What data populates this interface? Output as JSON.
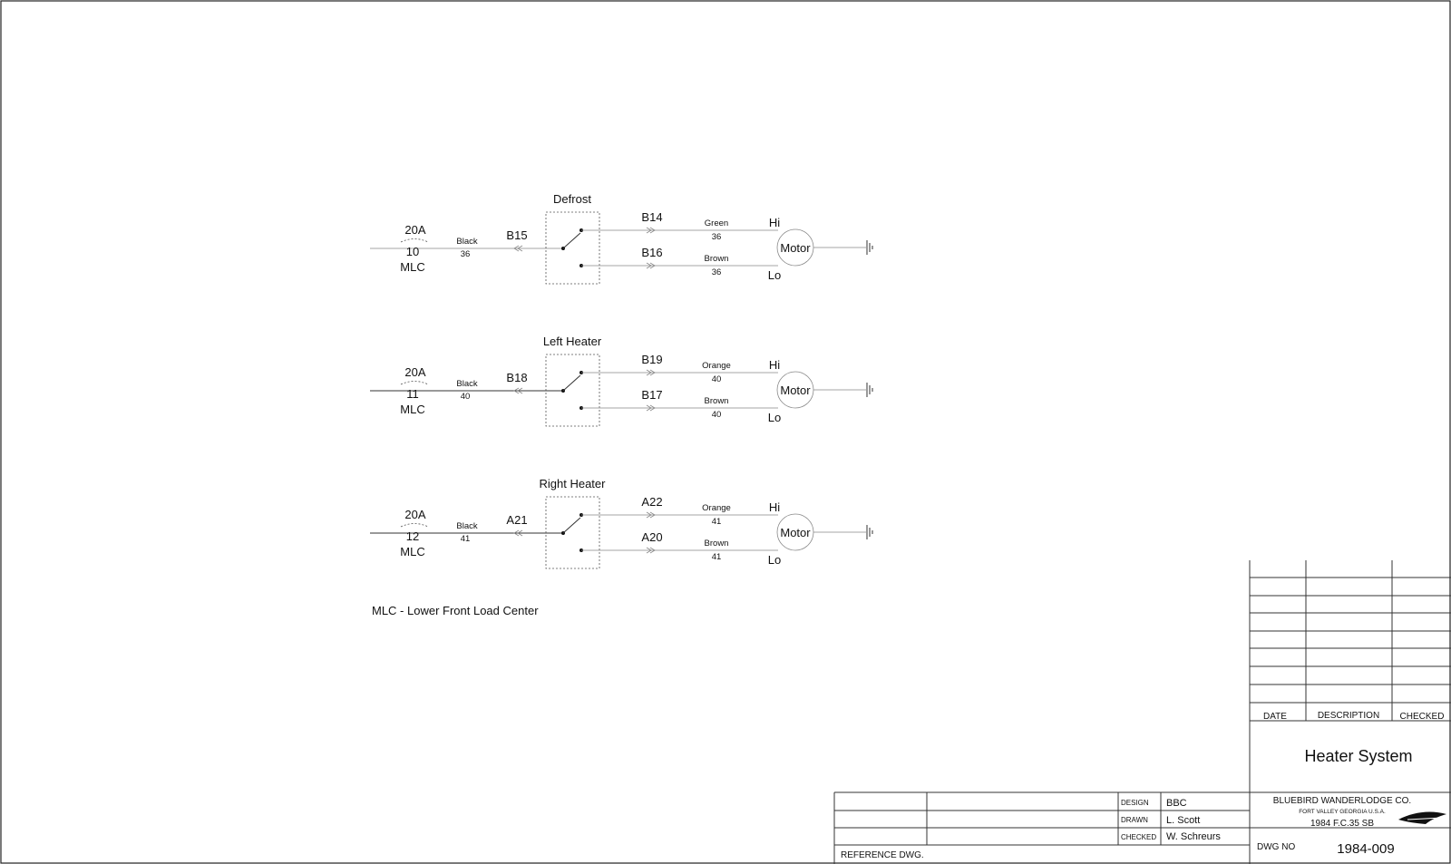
{
  "circuits": [
    {
      "fuse_rating": "20A",
      "fuse_number": "10",
      "fuse_panel": "MLC",
      "feed_color": "Black",
      "feed_gauge": "36",
      "input_terminal": "B15",
      "switch_label": "Defrost",
      "hi_terminal": "B14",
      "hi_color": "Green",
      "hi_gauge": "36",
      "lo_terminal": "B16",
      "lo_color": "Brown",
      "lo_gauge": "36",
      "hi_label": "Hi",
      "lo_label": "Lo",
      "motor_label": "Motor"
    },
    {
      "fuse_rating": "20A",
      "fuse_number": "11",
      "fuse_panel": "MLC",
      "feed_color": "Black",
      "feed_gauge": "40",
      "input_terminal": "B18",
      "switch_label": "Left Heater",
      "hi_terminal": "B19",
      "hi_color": "Orange",
      "hi_gauge": "40",
      "lo_terminal": "B17",
      "lo_color": "Brown",
      "lo_gauge": "40",
      "hi_label": "Hi",
      "lo_label": "Lo",
      "motor_label": "Motor"
    },
    {
      "fuse_rating": "20A",
      "fuse_number": "12",
      "fuse_panel": "MLC",
      "feed_color": "Black",
      "feed_gauge": "41",
      "input_terminal": "A21",
      "switch_label": "Right Heater",
      "hi_terminal": "A22",
      "hi_color": "Orange",
      "hi_gauge": "41",
      "lo_terminal": "A20",
      "lo_color": "Brown",
      "lo_gauge": "41",
      "hi_label": "Hi",
      "lo_label": "Lo",
      "motor_label": "Motor"
    }
  ],
  "legend_note": "MLC - Lower Front Load Center",
  "revision_block": {
    "date_header": "DATE",
    "description_header": "DESCRIPTION",
    "checked_header": "CHECKED"
  },
  "title_block": {
    "drawing_title": "Heater System",
    "company": "BLUEBIRD WANDERLODGE CO.",
    "location": "FORT VALLEY GEORGIA U.S.A.",
    "model": "1984 F.C.35 SB",
    "design_label": "DESIGN",
    "design_value": "BBC",
    "drawn_label": "DRAWN",
    "drawn_value": "L. Scott",
    "checked_label": "CHECKED",
    "checked_value": "W. Schreurs",
    "reference_label": "REFERENCE DWG.",
    "dwg_no_label": "DWG NO",
    "dwg_no_value": "1984-009"
  }
}
